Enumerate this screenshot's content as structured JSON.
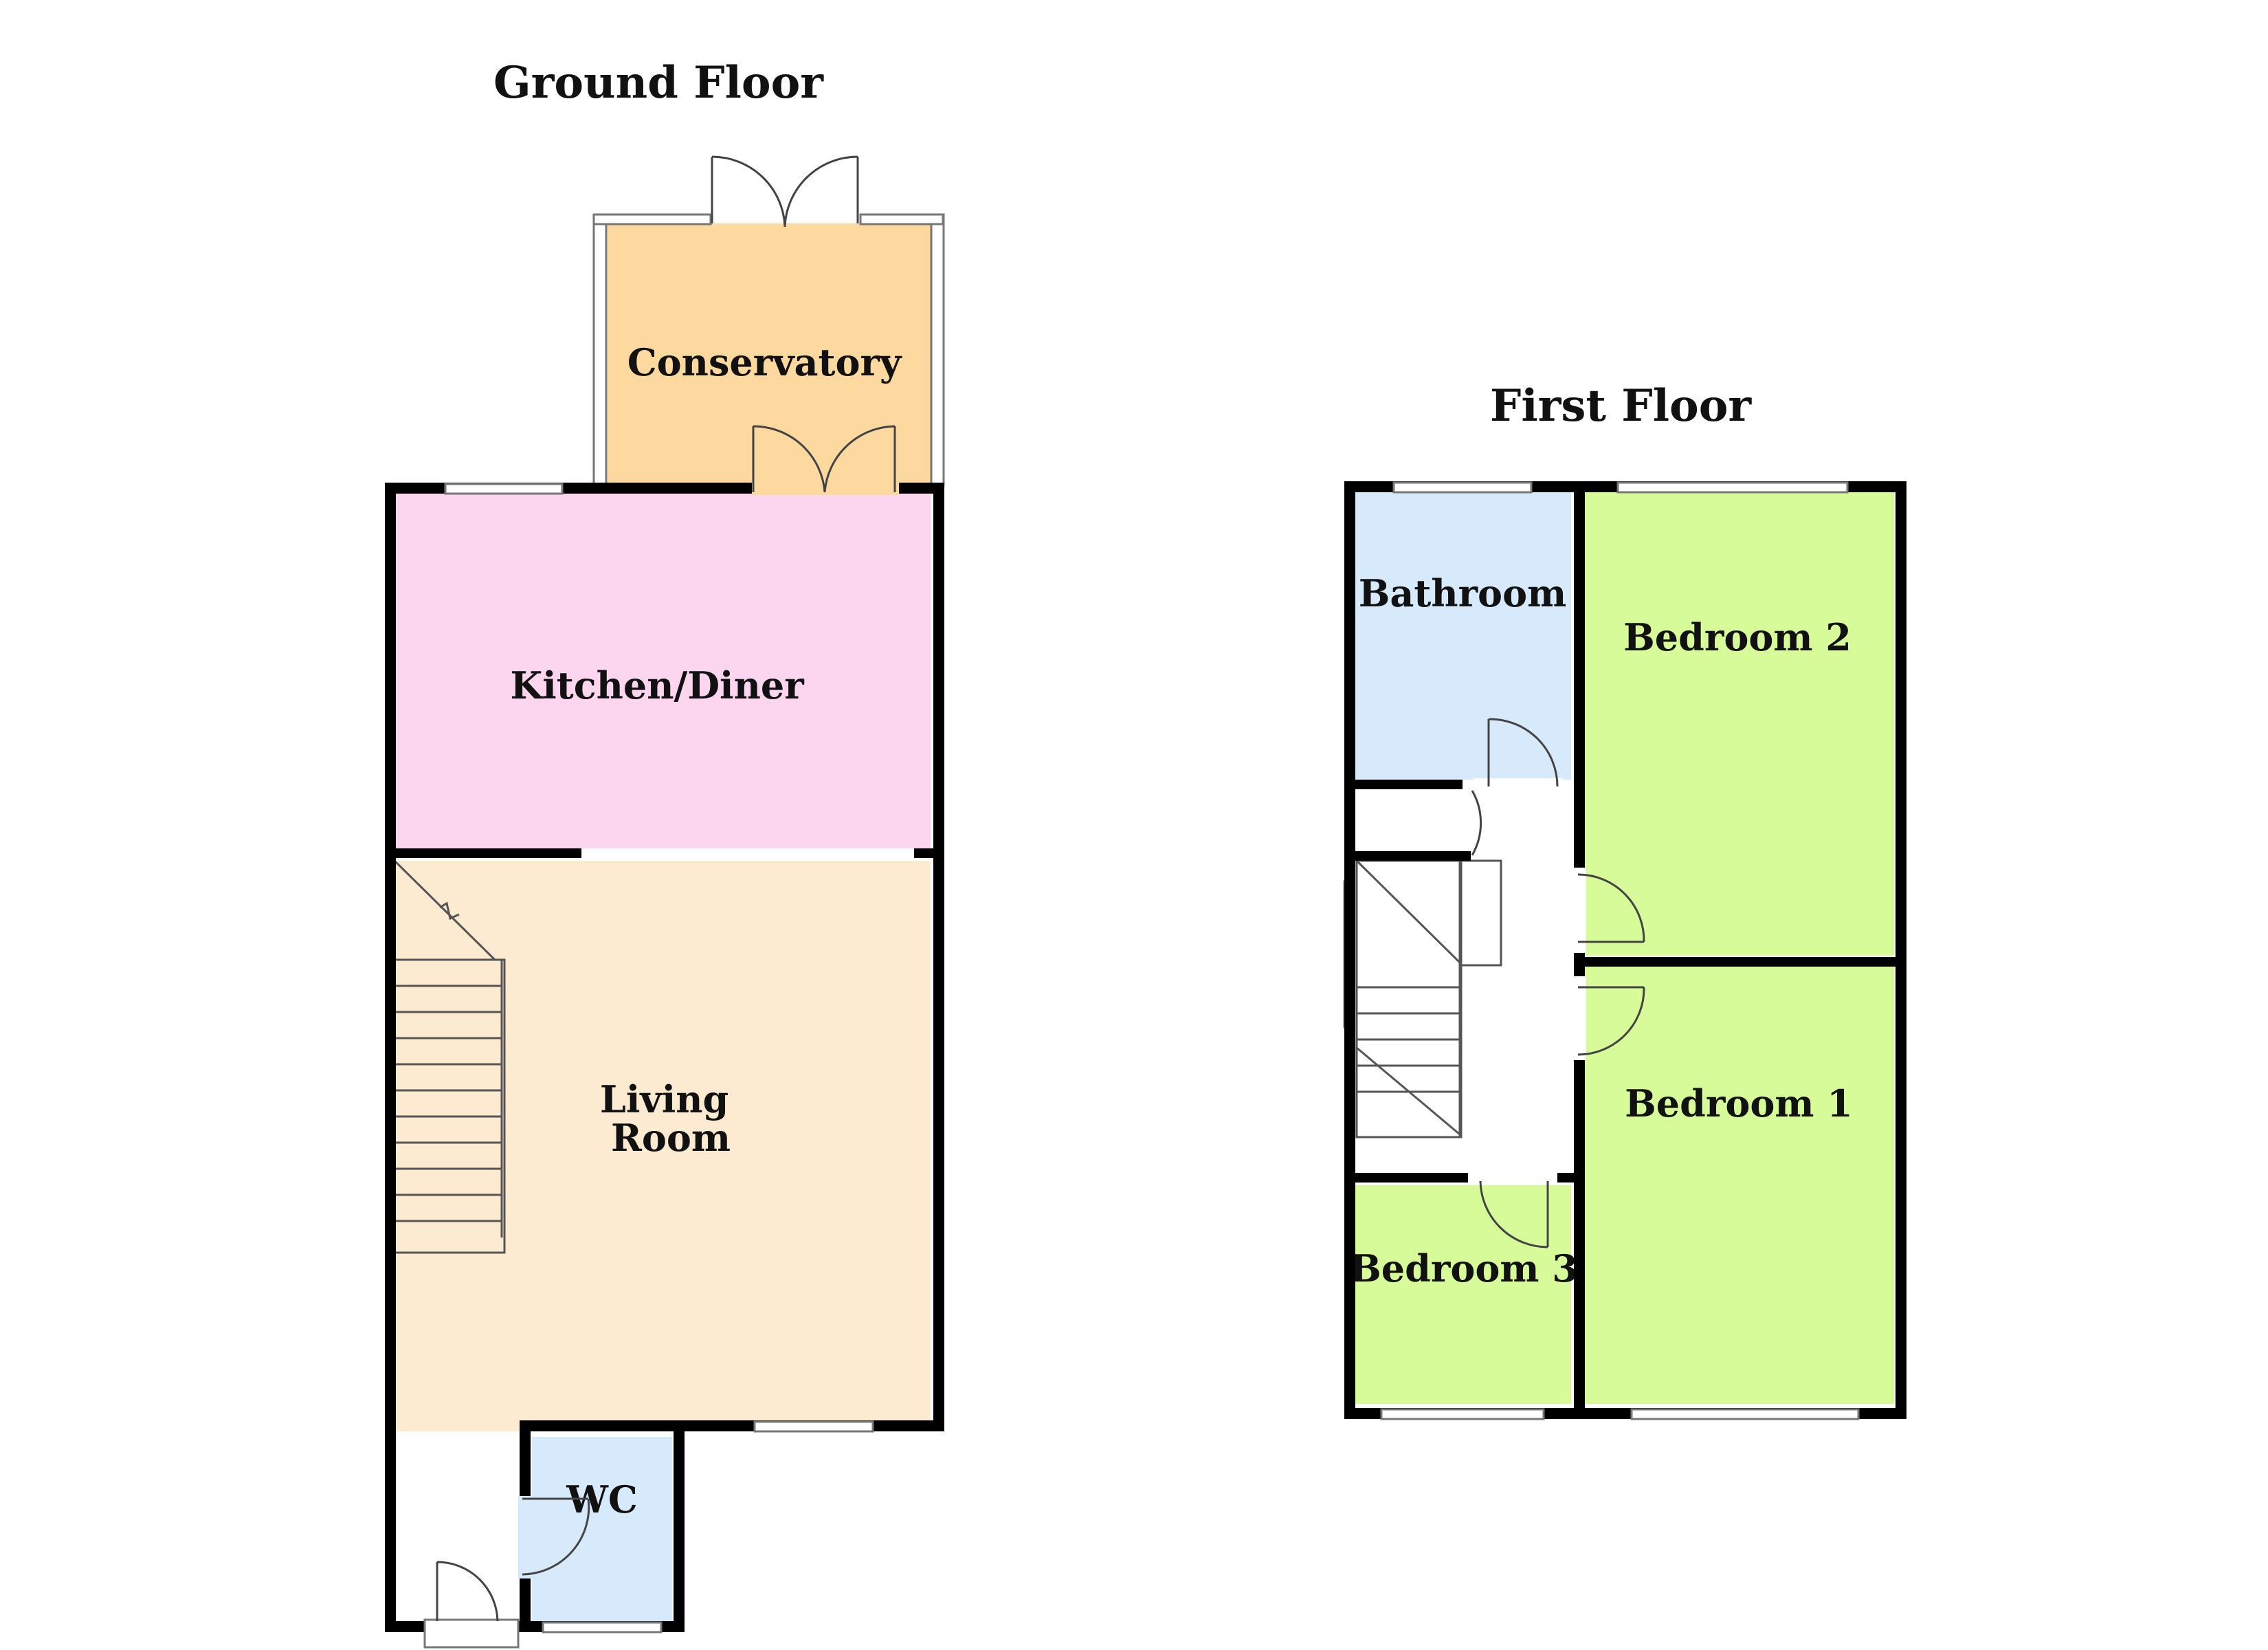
{
  "floors": {
    "ground": {
      "title": "Ground Floor",
      "rooms": {
        "conservatory": "Conservatory",
        "kitchen": "Kitchen/Diner",
        "living_line1": "Living",
        "living_line2": "Room",
        "wc": "WC"
      }
    },
    "first": {
      "title": "First Floor",
      "rooms": {
        "bathroom": "Bathroom",
        "bedroom2": "Bedroom 2",
        "bedroom1": "Bedroom 1",
        "bedroom3": "Bedroom 3"
      }
    }
  },
  "colors": {
    "conservatory": "#fdd9a0",
    "kitchen": "#fcd5ee",
    "living": "#fcebd1",
    "wet_rooms": "#d6eafb",
    "bedrooms": "#d7fb99",
    "landing": "#ffffff"
  }
}
